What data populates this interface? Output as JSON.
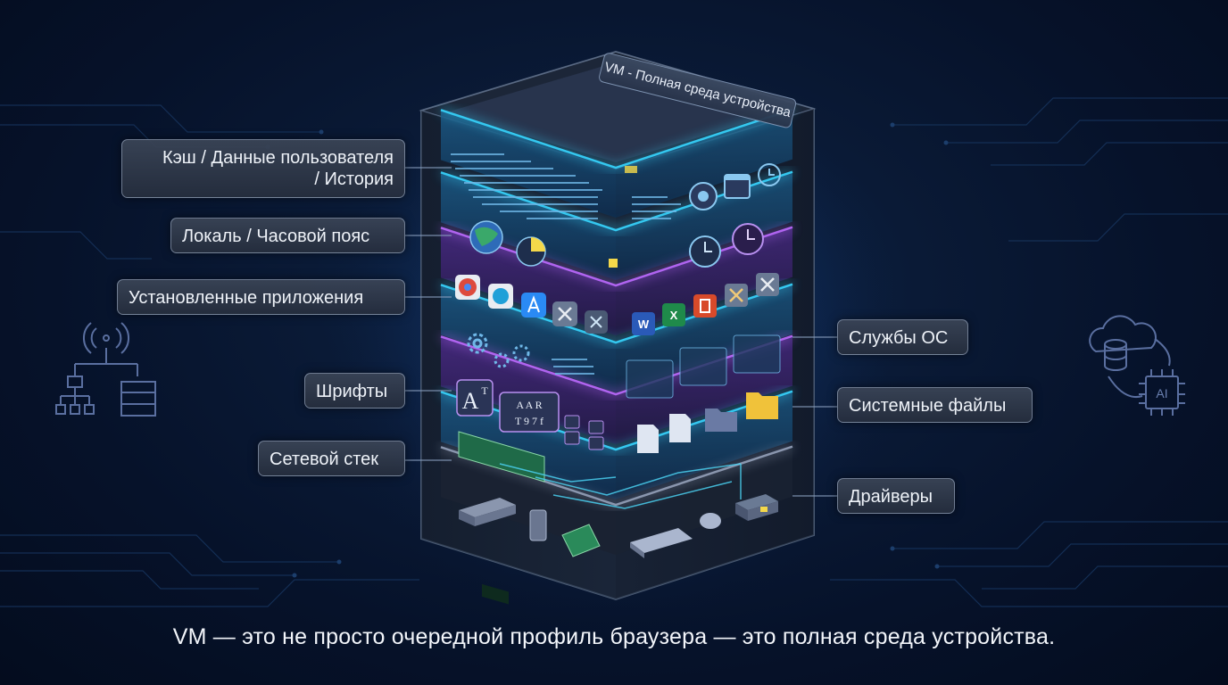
{
  "vm_tag": "VM - Полная среда устройства",
  "left_labels": {
    "cache_line1": "Кэш / Данные пользователя",
    "cache_line2": "/ История",
    "locale": "Локаль / Часовой пояс",
    "apps": "Установленные приложения",
    "fonts": "Шрифты",
    "network": "Сетевой стек"
  },
  "right_labels": {
    "os_services": "Службы ОС",
    "system_files": "Системные файлы",
    "drivers": "Драйверы"
  },
  "font_glyphs": {
    "big_a": "A",
    "big_t": "T",
    "row1": "A A R",
    "row2": "T 9 7 f"
  },
  "ai_chip_label": "AI",
  "caption": "VM — это не просто очередной профиль браузера — это полная среда устройства.",
  "colors": {
    "cyan_layer": "#34c8f0",
    "purple_layer": "#b064f0",
    "background": "#06122a",
    "label_bg": "#323c4e"
  },
  "icons": {
    "cache": [
      "terminal-icon",
      "chrome-icon",
      "browser-window-icon",
      "history-icon"
    ],
    "locale": [
      "globe-icon",
      "pie-clock-icon",
      "clock-icon",
      "clock-icon"
    ],
    "apps": [
      "chrome-icon",
      "edge-icon",
      "app-store-icon",
      "tools-icon",
      "fan-icon",
      "word-icon",
      "excel-icon",
      "office-icon",
      "tools-icon",
      "tools-icon"
    ],
    "os_services": [
      "gear-icon",
      "service-panel-icon"
    ],
    "fonts": [
      "font-icon",
      "font-grid-icon",
      "document-icon",
      "folder-icon"
    ],
    "network": [
      "network-card-icon"
    ],
    "drivers": [
      "router-icon",
      "phone-icon",
      "circuit-board-icon",
      "keyboard-icon",
      "mouse-icon",
      "device-icon"
    ]
  }
}
